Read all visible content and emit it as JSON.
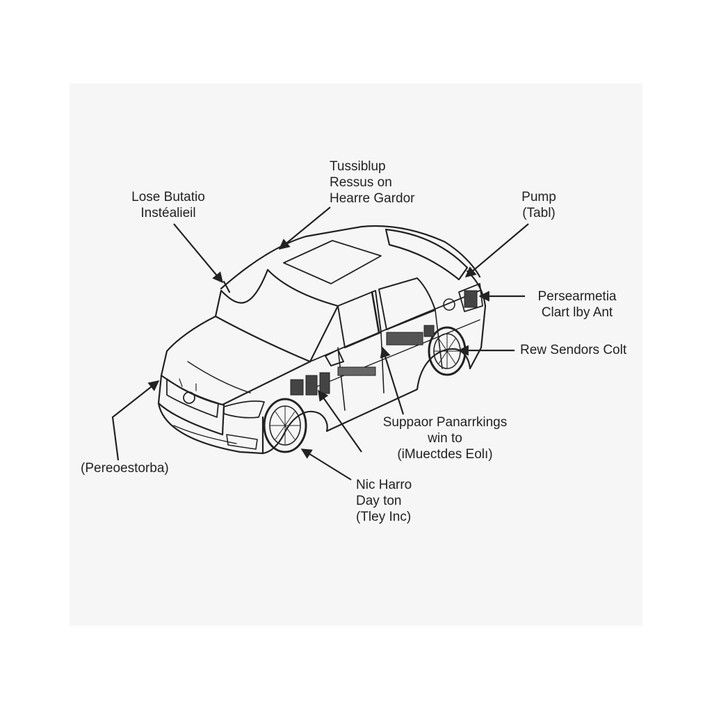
{
  "labels": {
    "lose_button": {
      "line1": "Lose Butatio",
      "line2": "Instéalieil"
    },
    "top_center": {
      "line1": "Tussiblup",
      "line2": "Ressus on",
      "line3": "Hearre Gardor"
    },
    "pump": {
      "line1": "Pump",
      "line2": "(Tabl)"
    },
    "persearmetic": {
      "line1": "Persearmetia",
      "line2": "Clart lby Ant"
    },
    "rew_sendors": {
      "line1": "Rew Sendors Colt"
    },
    "suppaor": {
      "line1": "Suppaor Panarrkings",
      "line2": "win to",
      "line3": "(iMuectdes Eolı)"
    },
    "nic_harro": {
      "line1": "Nic Harro",
      "line2": "Day ton",
      "line3": "(Tley Inc)"
    },
    "pereoestorba": {
      "line1": "(Pereoestorba)"
    }
  },
  "colors": {
    "ink": "#222222",
    "panel": "#f6f6f6",
    "module": "#444444"
  }
}
